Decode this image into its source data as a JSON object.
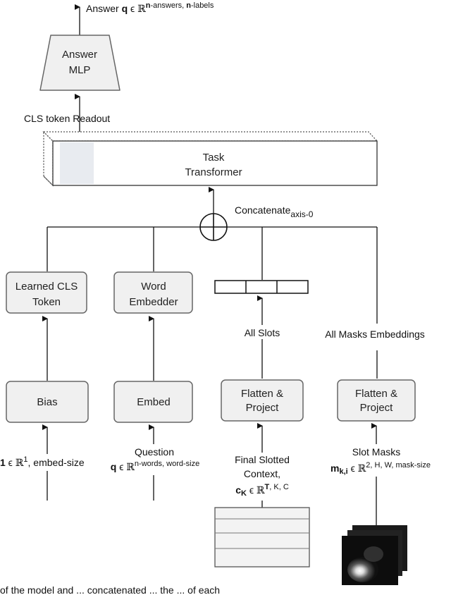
{
  "answer_mlp": {
    "line1": "Answer",
    "line2": "MLP"
  },
  "answer_output": {
    "prefix": "Answer ",
    "var": "q",
    "in": " ϵ ",
    "real": "ℝ",
    "sup_bold1": "n",
    "sup_mid": "-answers, ",
    "sup_bold2": "n",
    "sup_end": "-labels"
  },
  "cls_readout": "CLS token Readout",
  "task_transformer": {
    "line1": "Task",
    "line2": "Transformer"
  },
  "concatenate": {
    "main": "Concatenate",
    "sub": "axis-0"
  },
  "learned_cls": {
    "line1": "Learned CLS",
    "line2": "Token"
  },
  "word_embedder": {
    "line1": "Word",
    "line2": "Embedder"
  },
  "all_slots": "All Slots",
  "all_masks": "All Masks Embeddings",
  "bias": "Bias",
  "embed": "Embed",
  "flatten1": {
    "line1": "Flatten &",
    "line2": "Project"
  },
  "flatten2": {
    "line1": "Flatten &",
    "line2": "Project"
  },
  "bias_input": {
    "var": "1",
    "in": " ϵ ",
    "real": "ℝ",
    "sup": "1",
    "rest": ", embed-size"
  },
  "question_input": {
    "line1": "Question",
    "var": "q",
    "in": " ϵ ",
    "real": "ℝ",
    "sup": "n-words, word-size"
  },
  "context_input": {
    "line1": "Final Slotted",
    "line2": "Context,",
    "var": "c",
    "sub": "K",
    "in": " ϵ ",
    "real": "ℝ",
    "sup_bold": "T",
    "sup": ", K, C"
  },
  "masks_input": {
    "line1": "Slot Masks",
    "var": "m",
    "sub": "k,i",
    "in": " ϵ ",
    "real": "ℝ",
    "sup": "2, H, W, mask-size"
  },
  "caption": "of the model and ... concatenated ... the ... of each"
}
